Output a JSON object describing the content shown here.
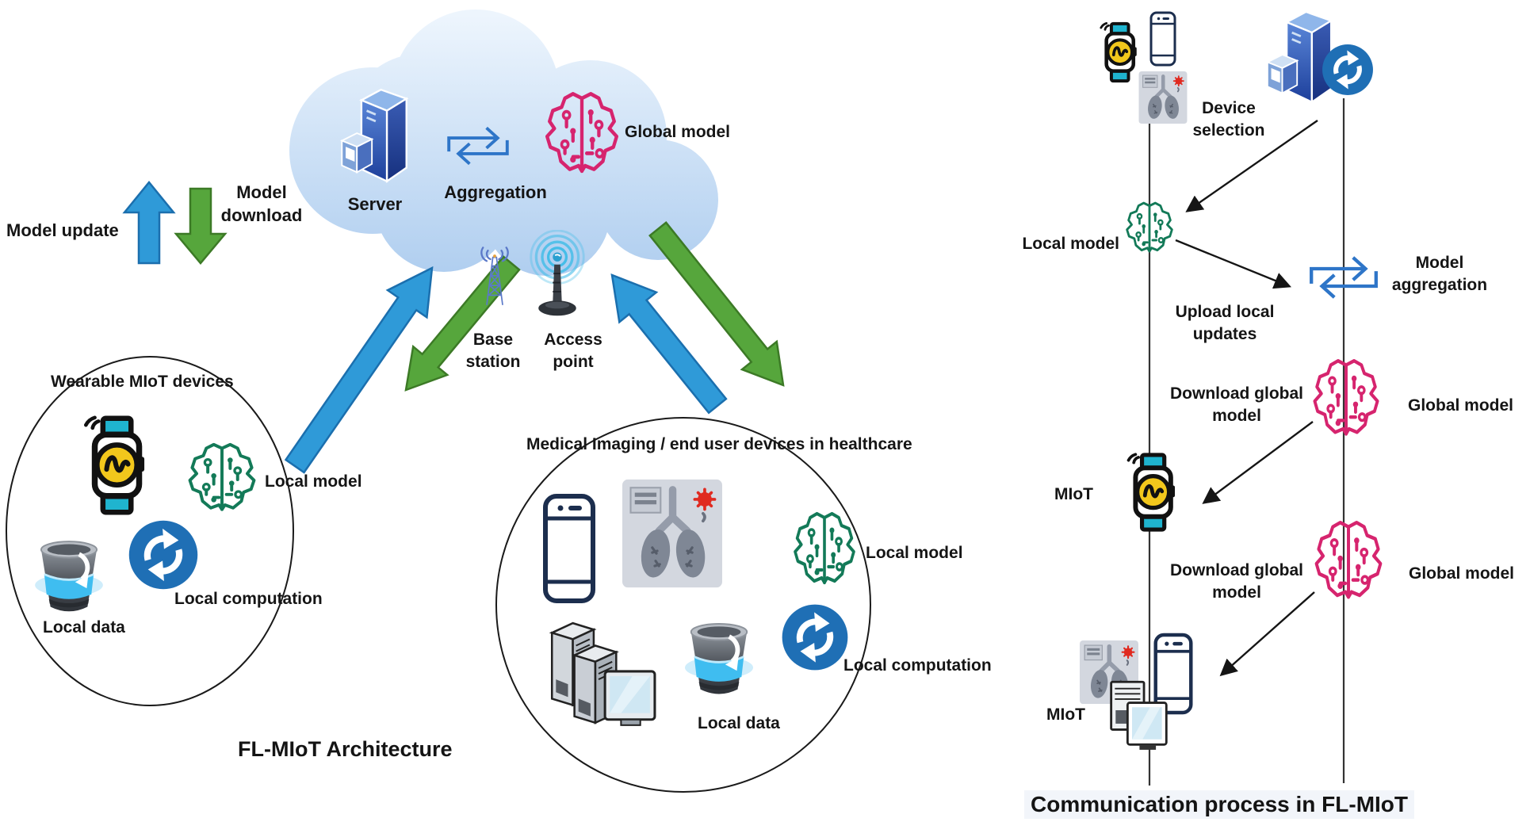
{
  "colors": {
    "arrow_blue": "#2f9ad8",
    "arrow_blue_edge": "#1b6fae",
    "arrow_green": "#56a63c",
    "arrow_green_edge": "#3c7a26",
    "agg_blue": "#2e75c8",
    "sync_blue": "#1f6fb5",
    "brain_pink": "#d6246e",
    "brain_green": "#137a58",
    "watch_yellow": "#f2c71c",
    "watch_teal": "#1fb4cf",
    "navy": "#1c2e4e",
    "cloud_top": "#eaf3fc",
    "cloud_bottom": "#b3d0ef",
    "line_black": "#1a1a1a"
  },
  "architecture": {
    "title": "FL-MIoT Architecture",
    "cloud": {
      "server": "Server",
      "aggregation": "Aggregation",
      "global_model": "Global model"
    },
    "network": {
      "base_station": "Base\nstation",
      "access_point": "Access\npoint"
    },
    "flows": {
      "model_update": "Model update",
      "model_download": "Model\ndownload"
    },
    "wearable": {
      "title": "Wearable  MIoT devices",
      "local_model": "Local model",
      "local_data": "Local data",
      "local_computation": "Local computation"
    },
    "medical": {
      "title": "Medical Imaging  / end user devices in healthcare",
      "local_model": "Local model",
      "local_data": "Local data",
      "local_computation": "Local computation"
    }
  },
  "communication": {
    "title": "Communication  process in FL-MIoT",
    "steps": {
      "device_selection": "Device\nselection",
      "local_model": "Local model",
      "upload_local_updates": "Upload local\nupdates",
      "model_aggregation": "Model\naggregation",
      "download_global_model_1": "Download global\nmodel",
      "global_model_1": "Global model",
      "miot_1": "MIoT",
      "download_global_model_2": "Download global\nmodel",
      "global_model_2": "Global model",
      "miot_2": "MIoT"
    }
  }
}
